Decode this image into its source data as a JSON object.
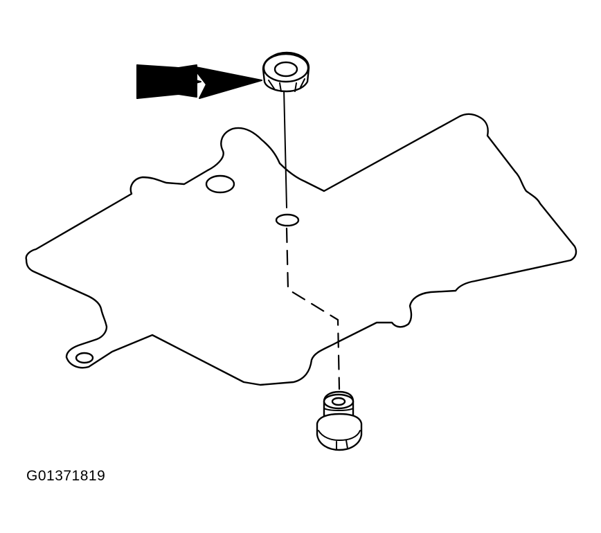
{
  "diagram": {
    "reference_code": "G01371819",
    "parts": [
      "gasket-plate",
      "cap-nut",
      "screw",
      "pointer-arrows"
    ],
    "colors": {
      "line": "#000000",
      "background": "#ffffff"
    },
    "icons": {
      "pointer": "double-arrow-icon",
      "nut": "nut-icon",
      "screw": "screw-icon"
    }
  }
}
